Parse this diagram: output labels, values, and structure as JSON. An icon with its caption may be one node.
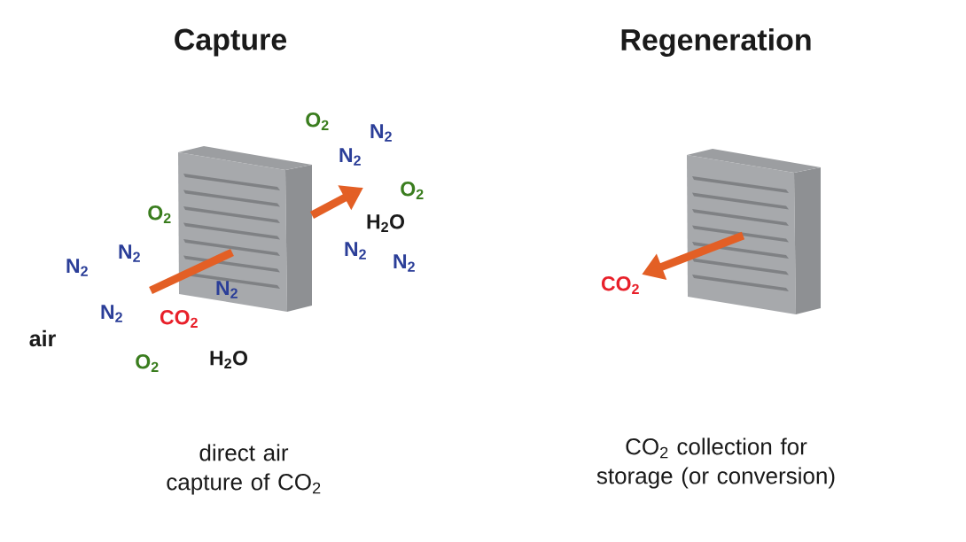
{
  "diagram": {
    "nodes": [
      {
        "text": [],
        "shape": "picture"
      },
      {
        "text": [],
        "shape": "picture"
      },
      {
        "text": [
          "CO$_{2}$"
        ]
      }
    ],
    "edges": [
      {
        "from": null,
        "to": 0,
        "arrow": "none"
      },
      {
        "from": 0,
        "to": null,
        "arrow": "to"
      },
      {
        "from": 1,
        "to": 2,
        "arrow": "to"
      }
    ],
    "labels": [
      "Capture",
      "Regeneration",
      "O$_{2}$",
      "N$_{2}$",
      "N$_{2}$",
      "O$_{2}$",
      "O$_{2}$",
      "H$_{2}$O",
      "N$_{2}$",
      "N$_{2}$",
      "N$_{2}$",
      "N$_{2}$",
      "N$_{2}$",
      "N$_{2}$",
      "CO$_{2}$",
      "air",
      "O$_{2}$",
      "H$_{2}$O",
      "direct air capture of CO$_{2}$",
      "CO$_{2}$ collection for storage (or conversion)"
    ]
  }
}
